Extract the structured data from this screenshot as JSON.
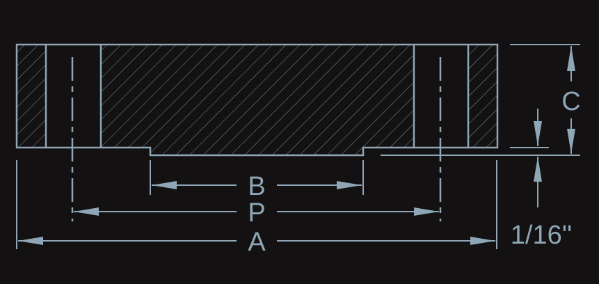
{
  "drawing": {
    "labels": {
      "b": "B",
      "p": "P",
      "a": "A",
      "c": "C",
      "raised_face": "1/16''"
    },
    "line_color": "#8fa6b6",
    "background": "#131112"
  }
}
